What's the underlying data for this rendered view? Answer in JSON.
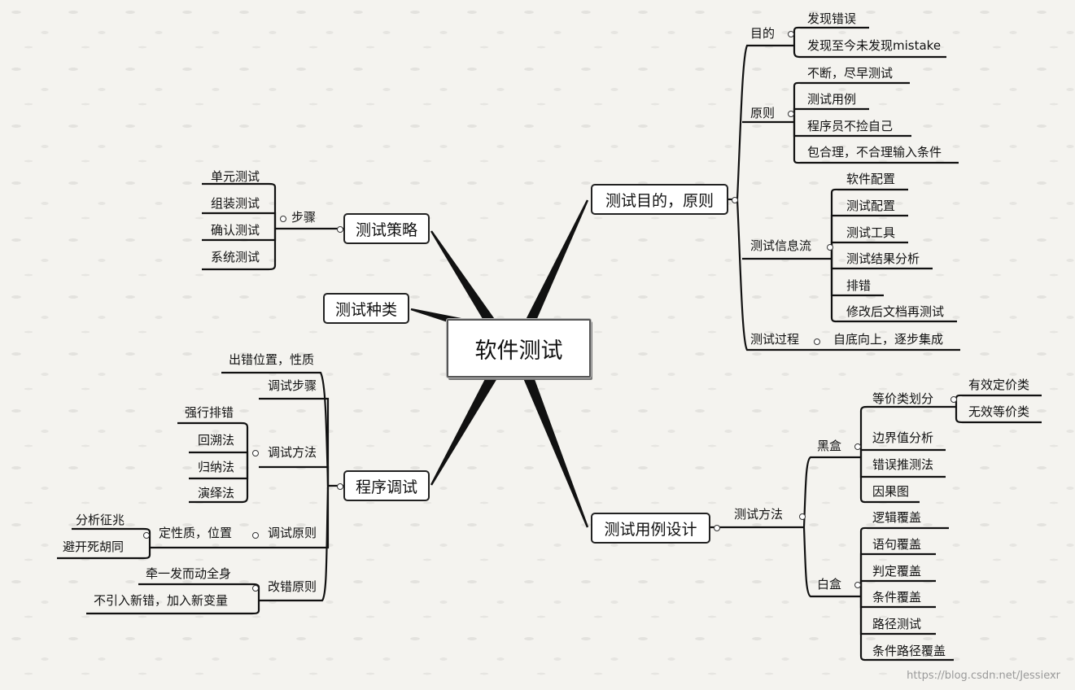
{
  "center": "软件测试",
  "branches": {
    "purpose": {
      "title": "测试目的，原则",
      "goal": {
        "label": "目的",
        "items": [
          "发现错误",
          "发现至今未发现mistake"
        ]
      },
      "principle": {
        "label": "原则",
        "items": [
          "不断，尽早测试",
          "测试用例",
          "程序员不捡自己",
          "包合理，不合理输入条件"
        ]
      },
      "info_flow": {
        "label": "测试信息流",
        "items": [
          "软件配置",
          "测试配置",
          "测试工具",
          "测试结果分析",
          "排错",
          "修改后文档再测试"
        ]
      },
      "process": {
        "label": "测试过程",
        "item": "自底向上，逐步集成"
      }
    },
    "case_design": {
      "title": "测试用例设计",
      "method_label": "测试方法",
      "blackbox": {
        "label": "黑盒",
        "equiv": {
          "label": "等价类划分",
          "items": [
            "有效定价类",
            "无效等价类"
          ]
        },
        "items": [
          "边界值分析",
          "错误推测法",
          "因果图"
        ]
      },
      "whitebox": {
        "label": "白盒",
        "items": [
          "逻辑覆盖",
          "语句覆盖",
          "判定覆盖",
          "条件覆盖",
          "路径测试",
          "条件路径覆盖"
        ]
      }
    },
    "strategy": {
      "title": "测试策略",
      "step_label": "步骤",
      "items": [
        "单元测试",
        "组装测试",
        "确认测试",
        "系统测试"
      ]
    },
    "types": {
      "title": "测试种类"
    },
    "debug": {
      "title": "程序调试",
      "error_pos": "出错位置，性质",
      "steps": "调试步骤",
      "methods": {
        "label": "调试方法",
        "items": [
          "强行排错",
          "回溯法",
          "归纳法",
          "演绎法"
        ]
      },
      "principles": {
        "label": "调试原则",
        "sub": {
          "label": "定性质，位置",
          "items": [
            "分析征兆",
            "避开死胡同"
          ]
        }
      },
      "fix": {
        "label": "改错原则",
        "items": [
          "牵一发而动全身",
          "不引入新错，加入新变量"
        ]
      }
    }
  },
  "watermark": "https://blog.csdn.net/Jessiexr"
}
